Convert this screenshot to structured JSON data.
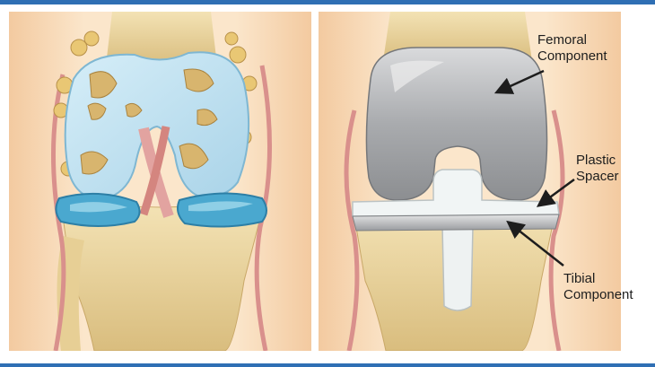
{
  "labels": {
    "femoral": {
      "line1": "Femoral",
      "line2": "Component"
    },
    "spacer": {
      "line1": "Plastic",
      "line2": "Spacer"
    },
    "tibial": {
      "line1": "Tibial",
      "line2": "Component"
    }
  },
  "colors": {
    "frame_bar": "#2f6fb4",
    "skin": "#f6d9b4",
    "bone": "#ecd59a",
    "arthritic_cartilage": "#bfe0ef",
    "meniscus": "#3f9fc8",
    "metal_component": "#b4b6b9",
    "plastic_spacer": "#eef3f3",
    "ligament": "#d9908c"
  }
}
